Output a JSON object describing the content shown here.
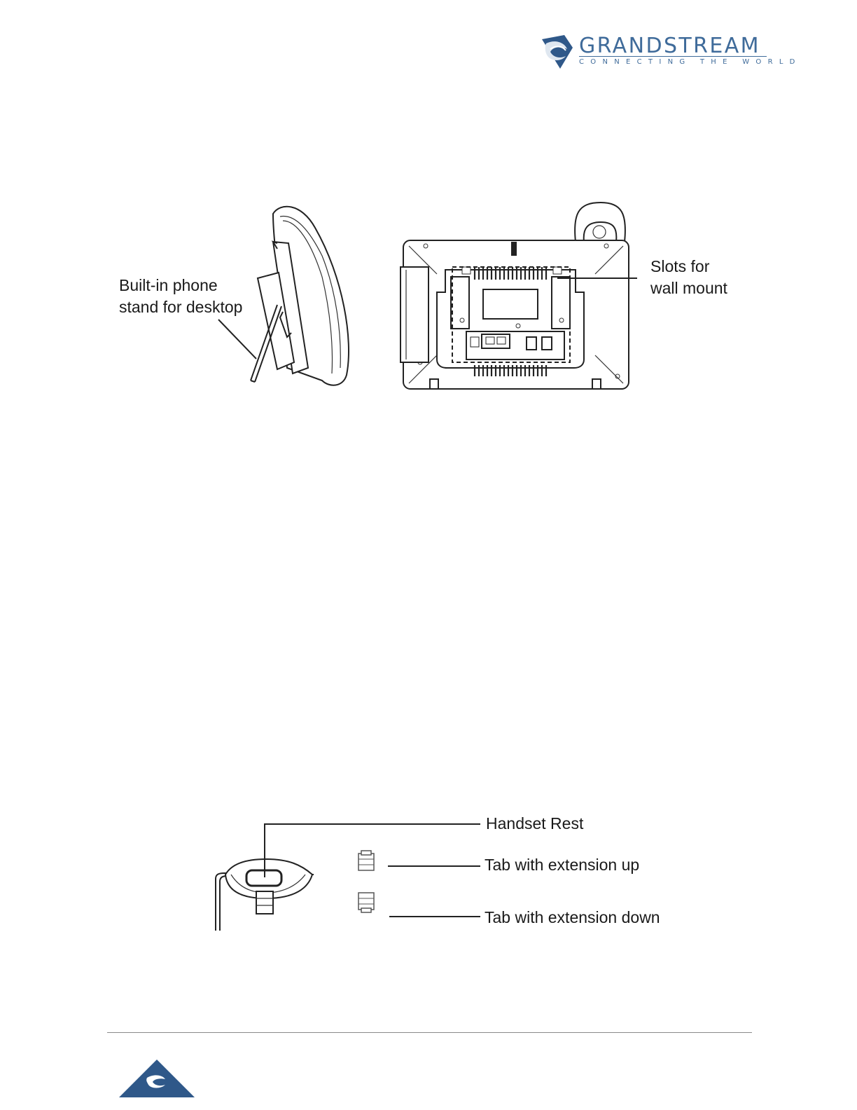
{
  "header": {
    "brand_name": "GRANDSTREAM",
    "brand_tagline": "CONNECTING THE WORLD",
    "logo_icon": "grandstream-swoosh-icon",
    "brand_color": "#3f6b9a"
  },
  "figure_stand": {
    "side_label_line1": "Built-in phone",
    "side_label_line2": "stand for desktop",
    "back_label_line1": "Slots for",
    "back_label_line2": "wall mount"
  },
  "figure_handset": {
    "handset_rest_label": "Handset Rest",
    "tab_up_label": "Tab with extension up",
    "tab_down_label": "Tab with extension down"
  },
  "footer": {
    "footer_icon": "grandstream-triangle-icon",
    "footer_color": "#2f5889"
  }
}
